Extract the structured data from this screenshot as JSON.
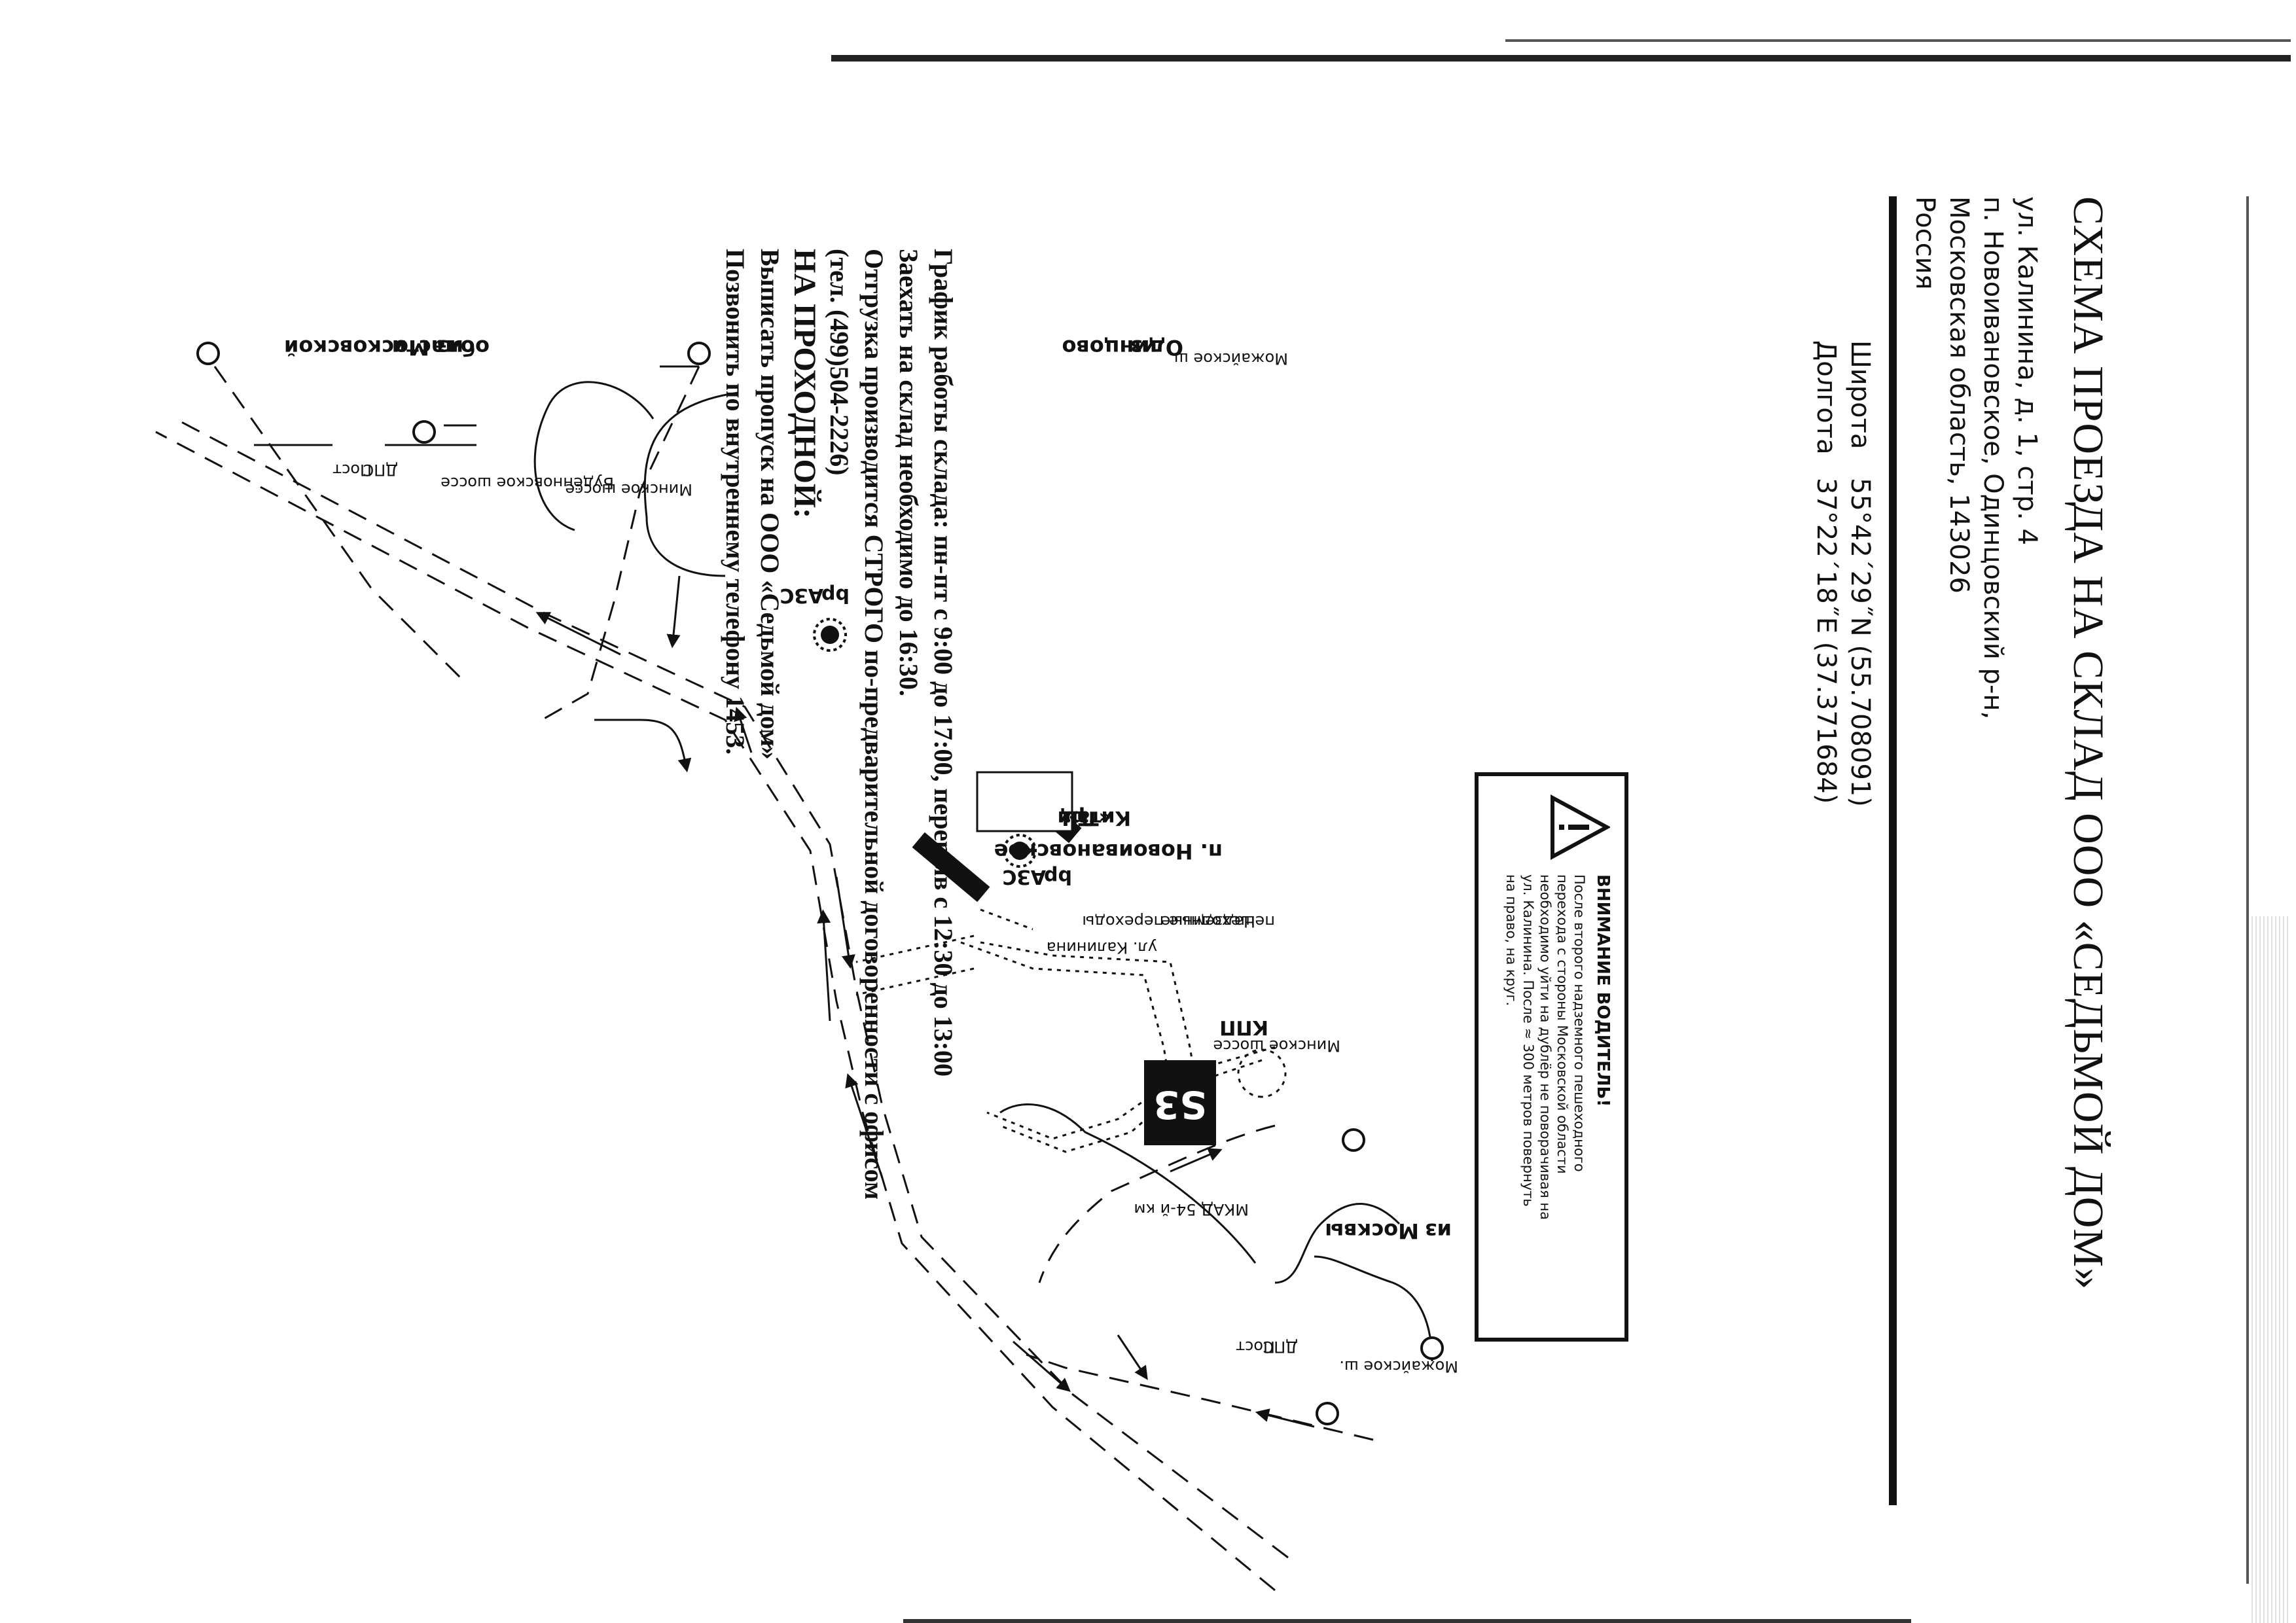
{
  "document": {
    "title": "СХЕМА ПРОЕЗДА НА СКЛАД ООО «СЕДЬМОЙ ДОМ»",
    "address": [
      "ул. Калинина, д. 1, стр. 4",
      "п. Новоивановское, Одинцовский р-н,",
      "Московская область, 143026",
      "Россия"
    ],
    "coordinates": [
      {
        "label": "Широта",
        "value": "55°42´29˝N (55.708091)"
      },
      {
        "label": "Долгота",
        "value": "37°22´18˝E (37.371684)"
      }
    ]
  },
  "map": {
    "labels": {
      "from_moscow_1": "из",
      "from_moscow_2": "Москвы",
      "from_odintsovo_1": "из",
      "from_odintsovo_2": "Одинцово",
      "from_mo_1": "из Московской",
      "from_mo_2": "области",
      "overpasses_1": "Надземные",
      "overpasses_2": "пешеходные переходы",
      "minskoe_top": "Минское шоссе",
      "minskoe_bottom": "Минское шоссе",
      "mozhayskoe_left": "Можайское ш.",
      "mozhayskoe_right": "Можайское ш.",
      "budennovskoe": "Будённовское шоссе",
      "mkad": "МКАД 54-й км",
      "kalinina": "ул. Калинина",
      "kpp": "КПП",
      "post_dps_1": "Пост",
      "post_dps_2": "ДПС",
      "post_dps_right_1": "Пост",
      "post_dps_right_2": "ДПС",
      "azs_1": "АЗС",
      "azs_bp_1": "bp",
      "azs_2": "АЗС",
      "azs_bp_2": "bp",
      "tc_1": "ТЦ",
      "tc_2": "«Три",
      "tc_3": "Кита»",
      "settlement": "п. Новоивановское",
      "logo": "S3"
    },
    "warning": {
      "title": "ВНИМАНИЕ ВОДИТЕЛЬ!",
      "text": [
        "После второго надземного пешеходного",
        "перехода с стороны Московской области",
        "необходимо уйти на дублёр не поворачивая на",
        "ул. Калинина. После ≈ 300 метров повернуть",
        "на право, на круг."
      ]
    }
  },
  "footer": {
    "line1": "График работы склада: пн-пт с 9:00 до 17:00, перерыв с 12:30 до 13:00",
    "line2": "Заехать на склад необходимо до 16:30.",
    "line3": "Отгрузка производится СТРОГО по-предварительной договоренности с офисом",
    "line4": "(тел. (499)504-2226)",
    "line5": "НА ПРОХОДНОЙ:",
    "line6": "Выписать пропуск на ООО «Седьмой дом»",
    "line7": "Позвонить по внутреннему телефону 1453."
  },
  "colors": {
    "ink": "#111111",
    "paper": "#ffffff"
  }
}
